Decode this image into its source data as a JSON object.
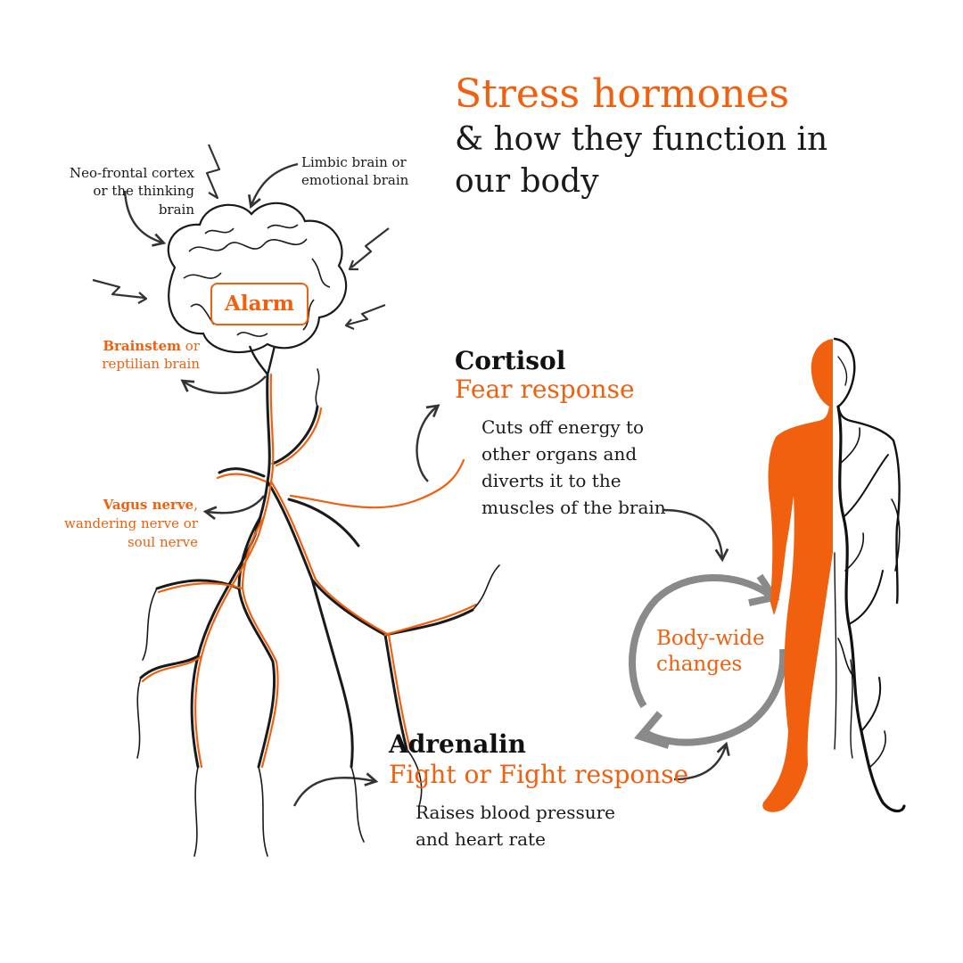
{
  "title": {
    "line1": "Stress hormones",
    "line2": "& how they function in our body"
  },
  "brain": {
    "alarm": "Alarm",
    "neo_label": "Neo-frontal cortex or the thinking brain",
    "limbic_label": "Limbic brain or emotional brain",
    "brainstem_bold": "Brainstem",
    "brainstem_rest": " or reptilian brain",
    "vagus_bold": "Vagus nerve",
    "vagus_rest": ", wandering nerve or soul nerve"
  },
  "cortisol": {
    "name": "Cortisol",
    "response": "Fear response",
    "description": "Cuts off energy to other organs and diverts it to the muscles of the brain"
  },
  "adrenalin": {
    "name": "Adrenalin",
    "response": "Fight or Fight response",
    "description": "Raises blood pressure and heart rate"
  },
  "cycle": {
    "label": "Body-wide changes"
  },
  "colors": {
    "accent": "#f0600f",
    "text": "#1a1a1a",
    "cycle_arrows": "#8a8a8a",
    "background": "#ffffff"
  }
}
